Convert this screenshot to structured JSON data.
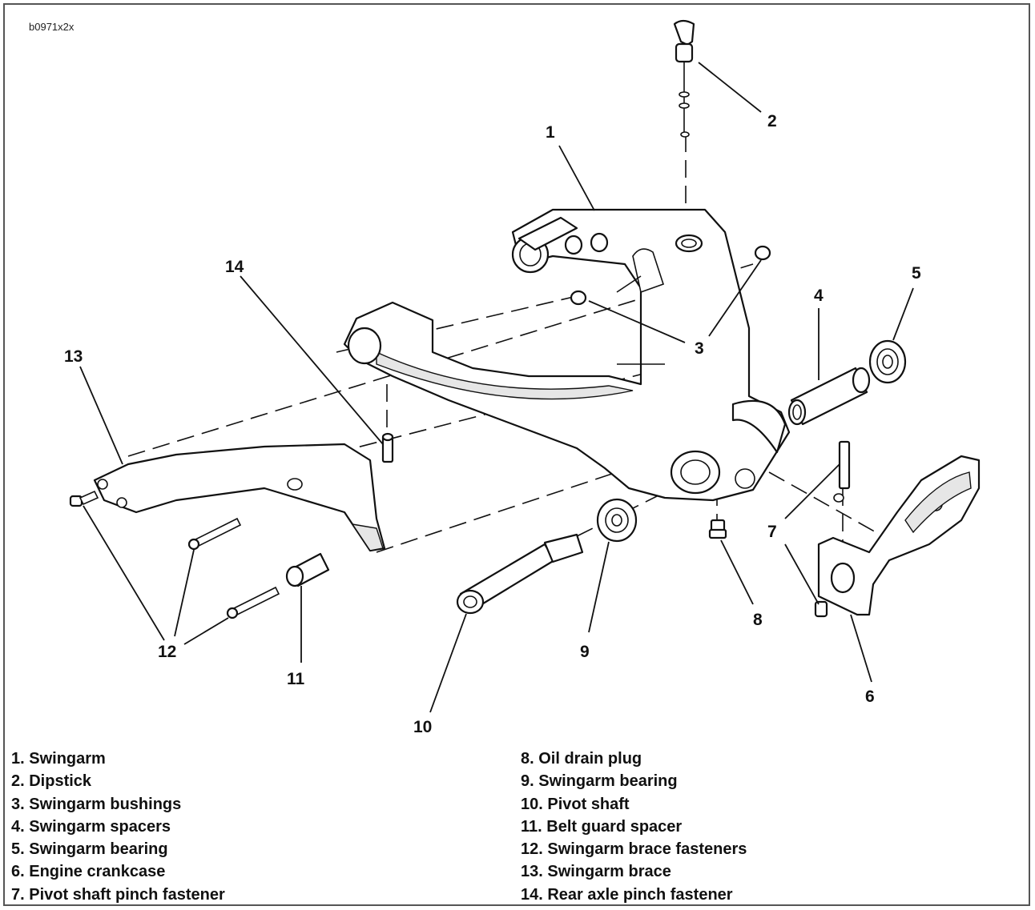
{
  "figure_id": "b0971x2x",
  "callouts": {
    "c1": "1",
    "c2": "2",
    "c3a": "3",
    "c3b": "3",
    "c4": "4",
    "c5": "5",
    "c6": "6",
    "c7": "7",
    "c8": "8",
    "c9": "9",
    "c10": "10",
    "c11": "11",
    "c12": "12",
    "c13": "13",
    "c14": "14"
  },
  "legend": {
    "left": [
      "1. Swingarm",
      "2. Dipstick",
      "3. Swingarm bushings",
      "4. Swingarm spacers",
      "5. Swingarm bearing",
      "6. Engine crankcase",
      "7. Pivot shaft pinch fastener"
    ],
    "right": [
      "8. Oil drain plug",
      "9. Swingarm bearing",
      "10. Pivot shaft",
      "11. Belt guard spacer",
      "12. Swingarm brace fasteners",
      "13. Swingarm brace",
      "14. Rear axle pinch fastener"
    ]
  }
}
